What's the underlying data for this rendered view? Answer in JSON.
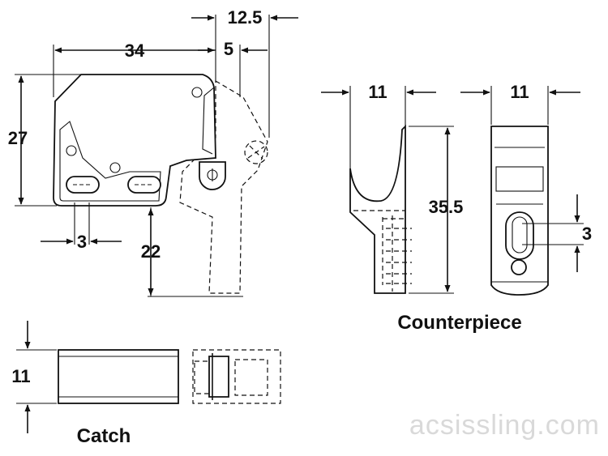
{
  "dimensions": {
    "catch_overall_width": "34",
    "catch_height": "27",
    "gap_to_pivot": "5",
    "pivot_offset": "12.5",
    "slot_pitch": "3",
    "travel_depth": "22",
    "catch_thickness": "11",
    "counterpiece_width_side": "11",
    "counterpiece_width_front": "11",
    "counterpiece_height": "35.5",
    "counterpiece_slot": "3"
  },
  "captions": {
    "catch": "Catch",
    "counterpiece": "Counterpiece"
  },
  "watermark": "acsissling.com"
}
